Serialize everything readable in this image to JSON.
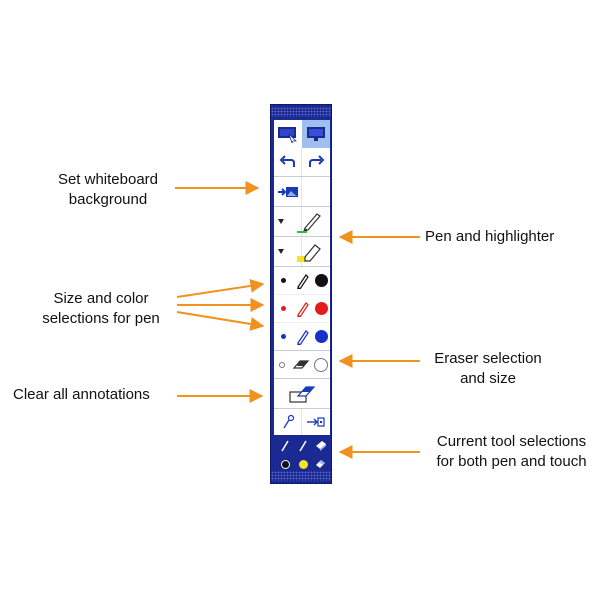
{
  "annotations": {
    "background": "Set whiteboard\nbackground",
    "pen_highlighter": "Pen and highlighter",
    "size_color": "Size and color\nselections for pen",
    "eraser": "Eraser selection\nand size",
    "clear_all": "Clear all annotations",
    "current_tool": "Current tool selections\nfor both pen and touch"
  },
  "colors": {
    "arrow": "#f0921e",
    "toolbar": "#1b2a93",
    "pen_green": "#2fbf3a",
    "highlighter_yellow": "#f3e42a",
    "black": "#111111",
    "red": "#e31b1b",
    "blue": "#1632c9"
  },
  "toolbar": {
    "mode_icons": [
      "whiteboard-mode-icon",
      "presentation-mode-icon"
    ],
    "history_icons": [
      "undo-icon",
      "redo-icon"
    ],
    "background_icon": "set-background-icon",
    "tool_icons": [
      "pen-icon",
      "highlighter-icon"
    ],
    "pen_colors": [
      "black",
      "red",
      "blue"
    ],
    "eraser_icon": "eraser-icon",
    "clear_icon": "clear-annotations-icon",
    "bottom_icons": [
      "pin-icon",
      "exit-icon"
    ]
  }
}
